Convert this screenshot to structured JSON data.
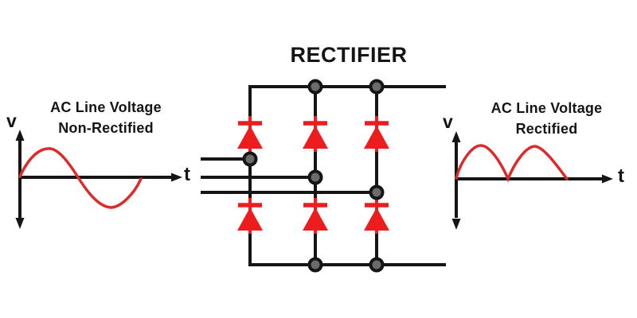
{
  "title": "RECTIFIER",
  "left_graph": {
    "caption_line1": "AC Line Voltage",
    "caption_line2": "Non-Rectified",
    "v_label": "v",
    "t_label": "t"
  },
  "right_graph": {
    "caption_line1": "AC Line Voltage",
    "caption_line2": "Rectified",
    "v_label": "v",
    "t_label": "t"
  },
  "circuit": {
    "diode_count": 6,
    "junction_count": 7,
    "ac_input_line_count": 3
  },
  "colors": {
    "wire_black": "#151515",
    "diode_red": "#ee1d1d",
    "waveform_red": "#dd2a2a",
    "junction_gray": "#6b6b6b",
    "background": "#ffffff"
  }
}
